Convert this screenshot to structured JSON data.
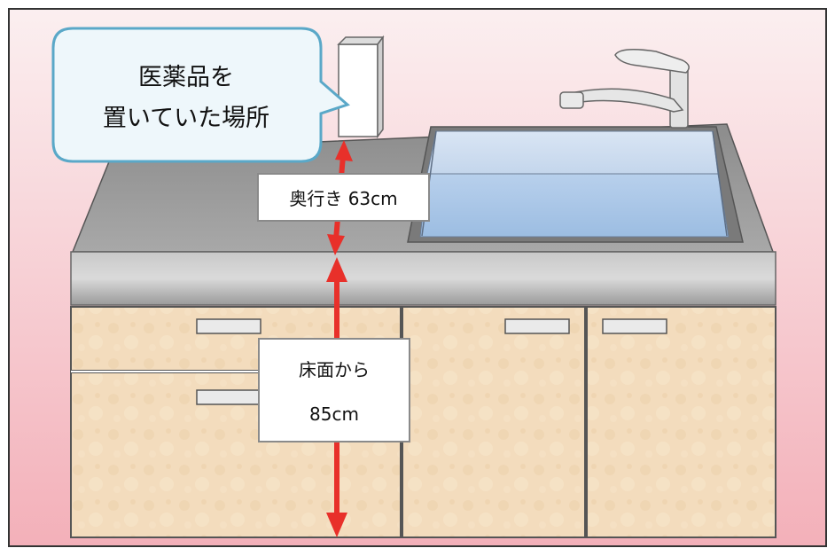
{
  "callout": {
    "line1": "医薬品を",
    "line2": "置いていた場所"
  },
  "depth_label": "奥行き 63cm",
  "height_label": {
    "line1": "床面から",
    "line2": "85cm"
  },
  "colors": {
    "arrow": "#e8302a",
    "callout_fill": "#eef7fb",
    "callout_border": "#5aa8c8",
    "wall_top": "#fbeaea",
    "wall_bottom": "#f2aeb6",
    "sink_water": "#a9c6e6",
    "cabinet": "#f3dcbd"
  }
}
